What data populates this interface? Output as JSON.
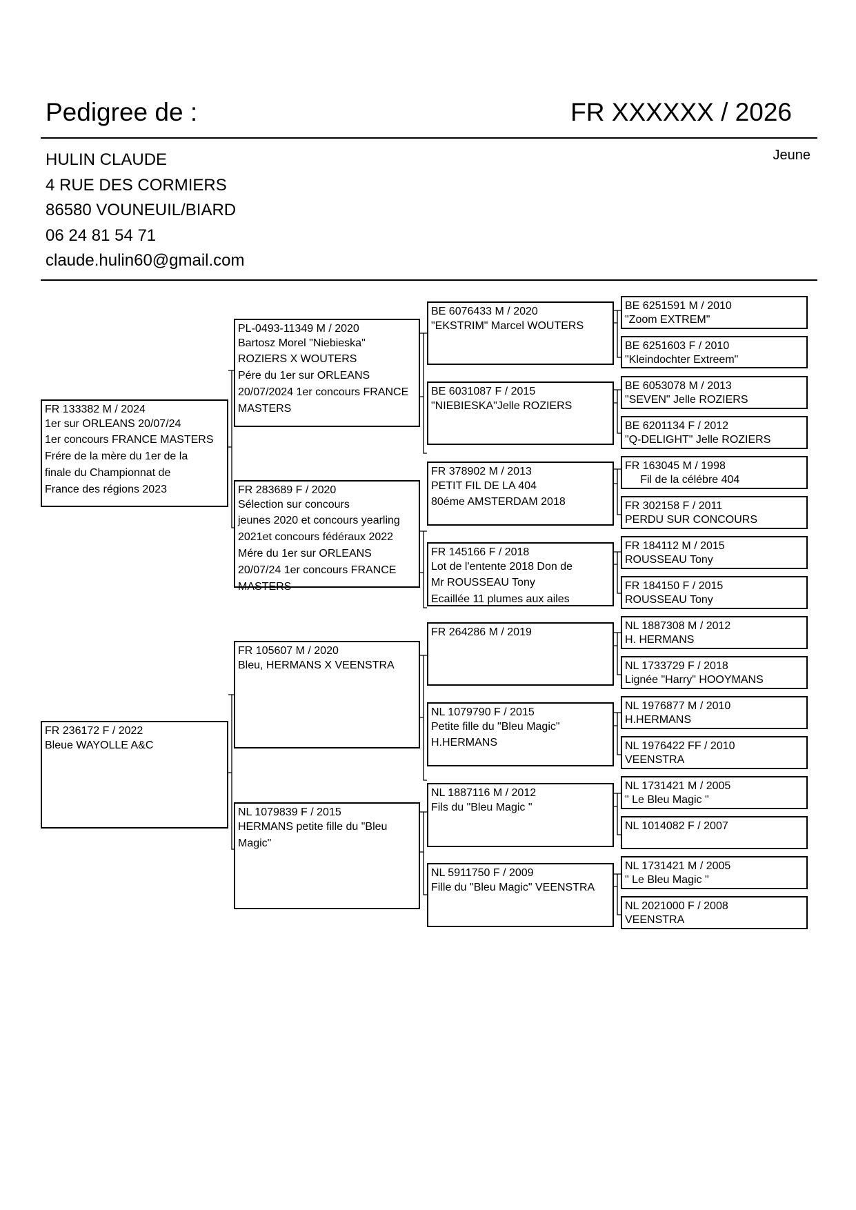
{
  "header": {
    "title": "Pedigree de :",
    "ring": "FR XXXXXX / 2026",
    "category": "Jeune"
  },
  "owner": {
    "name": "HULIN CLAUDE",
    "street": "4 RUE DES CORMIERS",
    "city": "86580 VOUNEUIL/BIARD",
    "phone": "06 24 81 54 71",
    "email": "claude.hulin60@gmail.com"
  },
  "parents": {
    "father": {
      "lines": [
        "FR 133382 M  / 2024",
        "1er sur ORLEANS 20/07/24",
        "1er concours FRANCE MASTERS",
        "Frére de la mère du 1er de la",
        "finale du Championnat de",
        "France des régions 2023"
      ]
    },
    "mother": {
      "lines": [
        "FR 236172 F / 2022",
        "Bleue  WAYOLLE A&C"
      ]
    }
  },
  "grandparents": {
    "ff": {
      "lines": [
        "PL-0493-11349 M / 2020",
        "Bartosz Morel \"Niebieska\"",
        "ROZIERS X WOUTERS",
        "Pére du 1er sur ORLEANS",
        "20/07/2024 1er concours FRANCE",
        "MASTERS"
      ]
    },
    "fm": {
      "lines": [
        "FR 283689 F / 2020",
        "Sélection sur concours",
        "jeunes 2020 et concours yearling",
        "2021et concours fédéraux 2022",
        "Mére du 1er sur ORLEANS",
        "20/07/24 1er concours FRANCE",
        "MASTERS"
      ]
    },
    "mf": {
      "lines": [
        "FR 105607 M / 2020",
        "Bleu, HERMANS X VEENSTRA"
      ]
    },
    "mm": {
      "lines": [
        "NL 1079839 F / 2015",
        "HERMANS  petite fille du \"Bleu",
        "Magic\""
      ]
    }
  },
  "great_grandparents": {
    "fff": {
      "lines": [
        "BE 6076433 M / 2020",
        "\"EKSTRIM\" Marcel WOUTERS"
      ]
    },
    "ffm": {
      "lines": [
        "BE 6031087 F / 2015",
        "\"NIEBIESKA\"Jelle ROZIERS"
      ]
    },
    "fmf": {
      "lines": [
        "FR 378902 M / 2013",
        "PETIT FIL DE LA 404",
        "80éme AMSTERDAM 2018"
      ]
    },
    "fmm": {
      "lines": [
        "FR 145166 F / 2018",
        "Lot de l'entente 2018 Don de",
        "Mr ROUSSEAU Tony",
        "Ecaillée 11 plumes aux ailes"
      ]
    },
    "mff": {
      "lines": [
        "FR 264286 M / 2019"
      ]
    },
    "mfm": {
      "lines": [
        "NL 1079790 F / 2015",
        "Petite fille du \"Bleu Magic\"",
        "H.HERMANS"
      ]
    },
    "mmf": {
      "lines": [
        "NL 1887116 M / 2012",
        "Fils du \"Bleu Magic \""
      ]
    },
    "mmm": {
      "lines": [
        "NL 5911750 F / 2009",
        "Fille du \"Bleu Magic\" VEENSTRA"
      ]
    }
  },
  "great_great_grandparents": {
    "g1": {
      "lines": [
        "BE 6251591 M / 2010",
        "\"Zoom EXTREM\""
      ]
    },
    "g2": {
      "lines": [
        "BE 6251603 F / 2010",
        "\"Kleindochter Extreem\""
      ]
    },
    "g3": {
      "lines": [
        "BE 6053078 M / 2013",
        "\"SEVEN\" Jelle ROZIERS"
      ]
    },
    "g4": {
      "lines": [
        "BE 6201134 F / 2012",
        "\"Q-DELIGHT\" Jelle ROZIERS"
      ]
    },
    "g5": {
      "lines": [
        "FR 163045 M / 1998",
        "     Fil de la célébre 404"
      ]
    },
    "g6": {
      "lines": [
        "FR 302158 F / 2011",
        "PERDU SUR CONCOURS"
      ]
    },
    "g7": {
      "lines": [
        "FR 184112 M / 2015",
        "ROUSSEAU Tony"
      ]
    },
    "g8": {
      "lines": [
        "FR 184150 F / 2015",
        "ROUSSEAU Tony"
      ]
    },
    "g9": {
      "lines": [
        "NL 1887308 M / 2012",
        "H. HERMANS"
      ]
    },
    "g10": {
      "lines": [
        "NL 1733729 F / 2018",
        "Lignée \"Harry\" HOOYMANS"
      ]
    },
    "g11": {
      "lines": [
        "NL 1976877 M / 2010",
        "H.HERMANS"
      ]
    },
    "g12": {
      "lines": [
        "NL 1976422 FF / 2010",
        "VEENSTRA"
      ]
    },
    "g13": {
      "lines": [
        "NL 1731421 M / 2005",
        "\" Le Bleu Magic \""
      ]
    },
    "g14": {
      "lines": [
        "NL 1014082 F / 2007"
      ]
    },
    "g15": {
      "lines": [
        "NL 1731421 M / 2005",
        "\" Le Bleu Magic \""
      ]
    },
    "g16": {
      "lines": [
        "NL 2021000 F / 2008",
        "VEENSTRA"
      ]
    }
  }
}
